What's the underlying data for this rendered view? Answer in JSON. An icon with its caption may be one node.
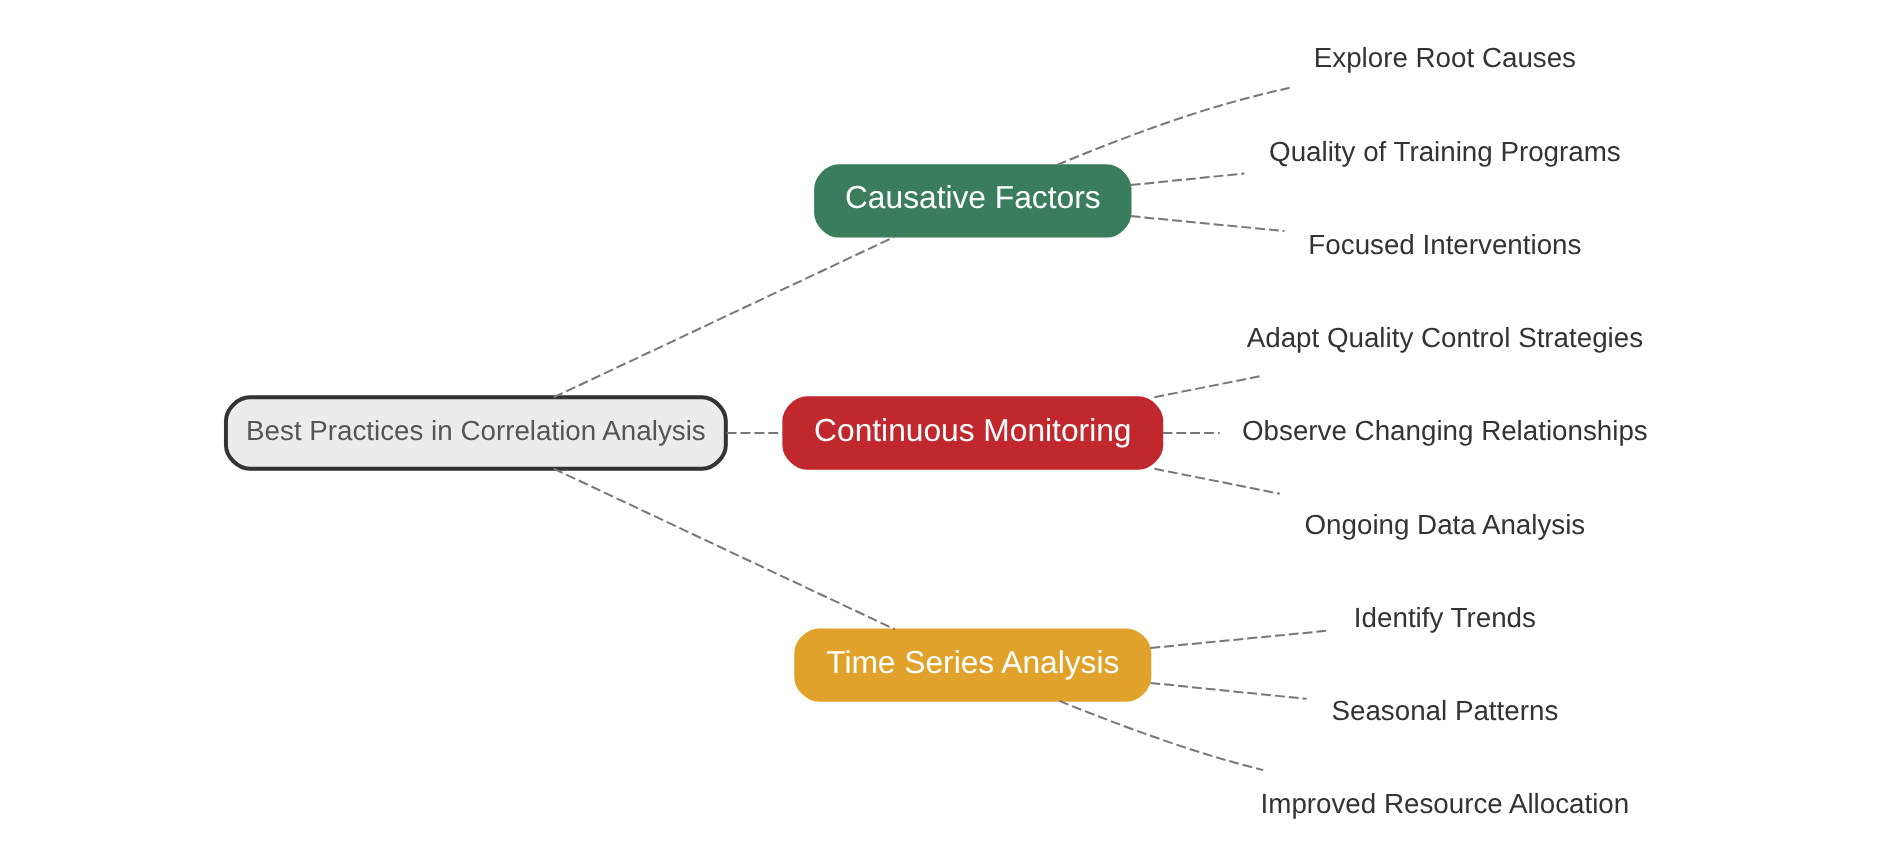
{
  "diagram": {
    "nodes": [
      {
        "text": [
          "Best Practices in Correlation Analysis"
        ]
      },
      {
        "text": [
          "Causative Factors"
        ]
      },
      {
        "text": [
          "Explore Root Causes"
        ]
      },
      {
        "text": [
          "Quality of Training Programs"
        ]
      },
      {
        "text": [
          "Focused Interventions"
        ]
      },
      {
        "text": [
          "Continuous Monitoring"
        ]
      },
      {
        "text": [
          "Adapt Quality Control Strategies"
        ]
      },
      {
        "text": [
          "Observe Changing Relationships"
        ]
      },
      {
        "text": [
          "Ongoing Data Analysis"
        ]
      },
      {
        "text": [
          "Time Series Analysis"
        ]
      },
      {
        "text": [
          "Identify Trends"
        ]
      },
      {
        "text": [
          "Seasonal Patterns"
        ]
      },
      {
        "text": [
          "Improved Resource Allocation"
        ]
      }
    ],
    "edges": [
      {
        "from": 0,
        "to": 1,
        "arrow": "none",
        "style": "dashed"
      },
      {
        "from": 0,
        "to": 5,
        "arrow": "none",
        "style": "dashed"
      },
      {
        "from": 0,
        "to": 9,
        "arrow": "none",
        "style": "dashed"
      },
      {
        "from": 1,
        "to": 2,
        "arrow": "none",
        "style": "dashed"
      },
      {
        "from": 1,
        "to": 3,
        "arrow": "none",
        "style": "dashed"
      },
      {
        "from": 1,
        "to": 4,
        "arrow": "none",
        "style": "dashed"
      },
      {
        "from": 5,
        "to": 6,
        "arrow": "none",
        "style": "dashed"
      },
      {
        "from": 5,
        "to": 7,
        "arrow": "none",
        "style": "dashed"
      },
      {
        "from": 5,
        "to": 8,
        "arrow": "none",
        "style": "dashed"
      },
      {
        "from": 9,
        "to": 10,
        "arrow": "none",
        "style": "dashed"
      },
      {
        "from": 9,
        "to": 11,
        "arrow": "none",
        "style": "dashed"
      },
      {
        "from": 9,
        "to": 12,
        "arrow": "none",
        "style": "dashed"
      }
    ]
  }
}
